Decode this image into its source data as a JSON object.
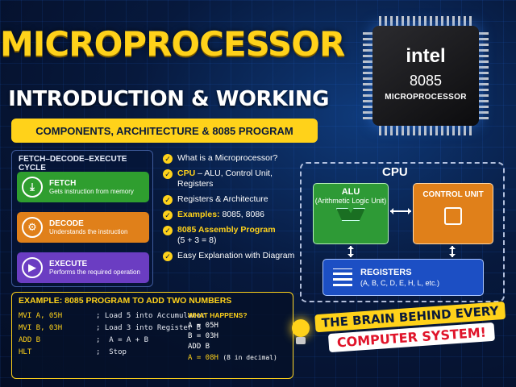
{
  "title": {
    "main": "MICROPROCESSOR",
    "sub": "INTRODUCTION & WORKING",
    "banner": "COMPONENTS, ARCHITECTURE & 8085 PROGRAM"
  },
  "chip": {
    "brand": "intel",
    "model": "8085",
    "desc": "MICROPROCESSOR"
  },
  "cycle": {
    "title": "FETCH–DECODE–EXECUTE CYCLE",
    "steps": [
      {
        "label": "FETCH",
        "desc": "Gets instruction from memory",
        "icon": "download-icon"
      },
      {
        "label": "DECODE",
        "desc": "Understands the instruction",
        "icon": "gear-icon"
      },
      {
        "label": "EXECUTE",
        "desc": "Performs the required operation",
        "icon": "play-icon"
      }
    ]
  },
  "checklist": [
    {
      "text": "What is a Microprocessor?"
    },
    {
      "hl": "CPU",
      "text": " – ALU, Control Unit, Registers"
    },
    {
      "text": "Registers & Architecture"
    },
    {
      "hl": "Examples:",
      "text": " 8085, 8086"
    },
    {
      "hl": "8085 Assembly Program",
      "text": "(5 + 3 = 8)"
    },
    {
      "text": "Easy Explanation with Diagram"
    }
  ],
  "cpu": {
    "label": "CPU",
    "alu": {
      "title": "ALU",
      "desc": "(Arithmetic Logic Unit)"
    },
    "control": {
      "title": "CONTROL UNIT"
    },
    "registers": {
      "title": "REGISTERS",
      "desc": "(A, B, C, D, E, H, L, etc.)"
    }
  },
  "program": {
    "title": "EXAMPLE: 8085 PROGRAM TO ADD TWO NUMBERS",
    "lines": [
      {
        "op": "MVI A, 05H",
        "comment": "; Load 5 into Accumulator"
      },
      {
        "op": "MVI B, 03H",
        "comment": "; Load 3 into Register B"
      },
      {
        "op": "ADD B",
        "comment": ";  A = A + B"
      },
      {
        "op": "HLT",
        "comment": ";  Stop"
      }
    ],
    "happens_title": "WHAT HAPPENS?",
    "happens": [
      "A = 05H",
      "B = 03H",
      "ADD B"
    ],
    "result": "A = 08H",
    "result_note": "(8 in decimal)"
  },
  "tagline": {
    "line1": "THE BRAIN BEHIND EVERY",
    "line2": "COMPUTER SYSTEM!"
  },
  "colors": {
    "accent": "#ffd21a",
    "fetch": "#2f9e2f",
    "decode": "#e0801a",
    "execute": "#6b3dc2",
    "registers": "#1c4fc4"
  }
}
